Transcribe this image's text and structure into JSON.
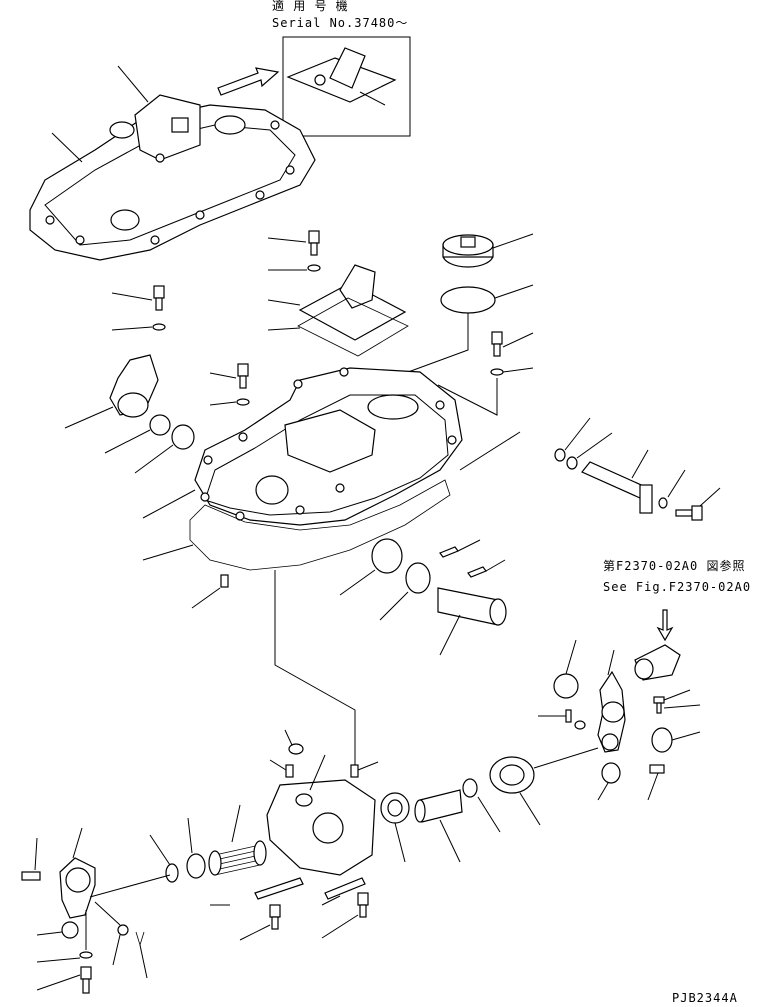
{
  "inset": {
    "title_jp": "適 用 号 機",
    "serial_text": "Serial No.37480～"
  },
  "reference": {
    "jp_text": "第F2370-02A0 図参照",
    "en_text": "See Fig.F2370-02A0"
  },
  "drawing_code": "PJB2344A",
  "colors": {
    "line": "#000000",
    "background": "#ffffff"
  }
}
